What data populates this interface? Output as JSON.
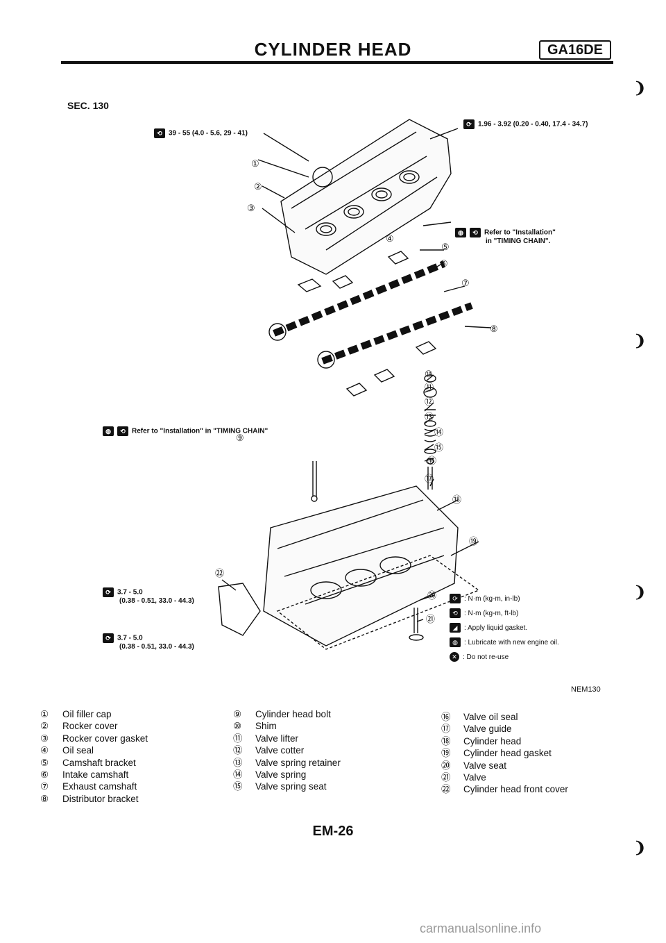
{
  "header": {
    "title": "CYLINDER HEAD",
    "model": "GA16DE"
  },
  "section": "SEC. 130",
  "callouts": {
    "top_left_torque": "39 - 55 (4.0 - 5.6, 29 - 41)",
    "top_right_torque": "1.96 - 3.92 (0.20 - 0.40, 17.4 - 34.7)",
    "refer_installation_line1": "Refer to \"Installation\"",
    "refer_installation_line2": "in \"TIMING CHAIN\".",
    "refer_installation_mid": "Refer to \"Installation\" in \"TIMING CHAIN\"",
    "lower_torque_1a": "3.7 - 5.0",
    "lower_torque_1b": "(0.38 - 0.51, 33.0 - 44.3)",
    "lower_torque_2a": "3.7 - 5.0",
    "lower_torque_2b": "(0.38 - 0.51, 33.0 - 44.3)"
  },
  "symbol_legend": [
    {
      "icon": "torque-nm-icon",
      "text": ": N·m (kg-m, in-lb)"
    },
    {
      "icon": "torque-kgm-icon",
      "text": ": N·m (kg-m, ft-lb)"
    },
    {
      "icon": "liquid-gasket-icon",
      "text": ": Apply liquid gasket."
    },
    {
      "icon": "lubricate-oil-icon",
      "text": ": Lubricate with new engine oil."
    },
    {
      "icon": "do-not-reuse-icon",
      "text": ": Do not re-use"
    }
  ],
  "figure_code": "NEM130",
  "parts": {
    "col1": [
      {
        "num": "①",
        "name": "Oil filler cap"
      },
      {
        "num": "②",
        "name": "Rocker cover"
      },
      {
        "num": "③",
        "name": "Rocker cover gasket"
      },
      {
        "num": "④",
        "name": "Oil seal"
      },
      {
        "num": "⑤",
        "name": "Camshaft bracket"
      },
      {
        "num": "⑥",
        "name": "Intake camshaft"
      },
      {
        "num": "⑦",
        "name": "Exhaust camshaft"
      },
      {
        "num": "⑧",
        "name": "Distributor bracket"
      }
    ],
    "col2": [
      {
        "num": "⑨",
        "name": "Cylinder head bolt"
      },
      {
        "num": "⑩",
        "name": "Shim"
      },
      {
        "num": "⑪",
        "name": "Valve lifter"
      },
      {
        "num": "⑫",
        "name": "Valve cotter"
      },
      {
        "num": "⑬",
        "name": "Valve spring retainer"
      },
      {
        "num": "⑭",
        "name": "Valve spring"
      },
      {
        "num": "⑮",
        "name": "Valve spring seat"
      }
    ],
    "col3": [
      {
        "num": "⑯",
        "name": "Valve oil seal"
      },
      {
        "num": "⑰",
        "name": "Valve guide"
      },
      {
        "num": "⑱",
        "name": "Cylinder head"
      },
      {
        "num": "⑲",
        "name": "Cylinder head gasket"
      },
      {
        "num": "⑳",
        "name": "Valve seat"
      },
      {
        "num": "㉑",
        "name": "Valve"
      },
      {
        "num": "㉒",
        "name": "Cylinder head front cover"
      }
    ]
  },
  "diagram_labels": [
    "①",
    "②",
    "③",
    "④",
    "⑤",
    "⑥",
    "⑦",
    "⑧",
    "⑨",
    "⑩",
    "⑪",
    "⑫",
    "⑬",
    "⑭",
    "⑮",
    "⑯",
    "⑰",
    "⑱",
    "⑲",
    "⑳",
    "㉑",
    "㉒"
  ],
  "footer": {
    "page": "EM-26",
    "watermark": "carmanualsonline.info"
  }
}
